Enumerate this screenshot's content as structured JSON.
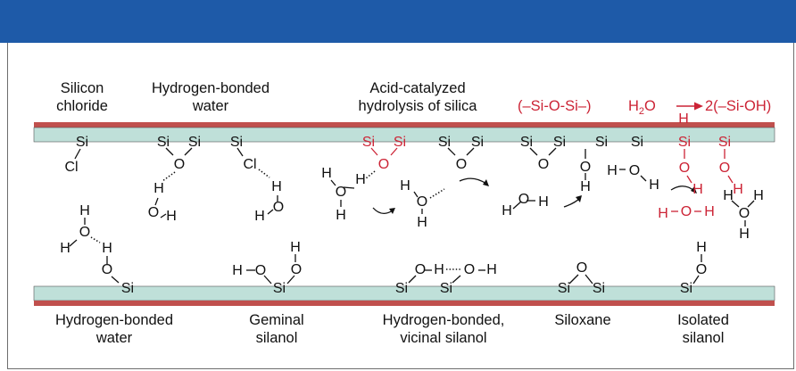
{
  "colors": {
    "header": "#1e5aa8",
    "surface_red": "#c0504d",
    "surface_teal": "#bfe0d9",
    "accent_red": "#cc2436"
  },
  "top_labels": {
    "silicon_chloride": [
      "Silicon",
      "chloride"
    ],
    "hb_water_top": [
      "Hydrogen-bonded",
      "water"
    ],
    "acid_hydrolysis": [
      "Acid-catalyzed",
      "hydrolysis of silica"
    ],
    "reaction": {
      "siloxane": "(–Si-O-Si–)",
      "water": "H",
      "water_sub": "2",
      "water_o": "O",
      "catalyst": "H",
      "product": "2(–Si-OH)"
    }
  },
  "bottom_labels": {
    "hb_water": [
      "Hydrogen-bonded",
      "water"
    ],
    "geminal": [
      "Geminal",
      "silanol"
    ],
    "vicinal": [
      "Hydrogen-bonded,",
      "vicinal silanol"
    ],
    "siloxane": [
      "Siloxane"
    ],
    "isolated": [
      "Isolated",
      "silanol"
    ]
  },
  "atoms": {
    "si": "Si",
    "o": "O",
    "h": "H",
    "cl": "Cl"
  }
}
